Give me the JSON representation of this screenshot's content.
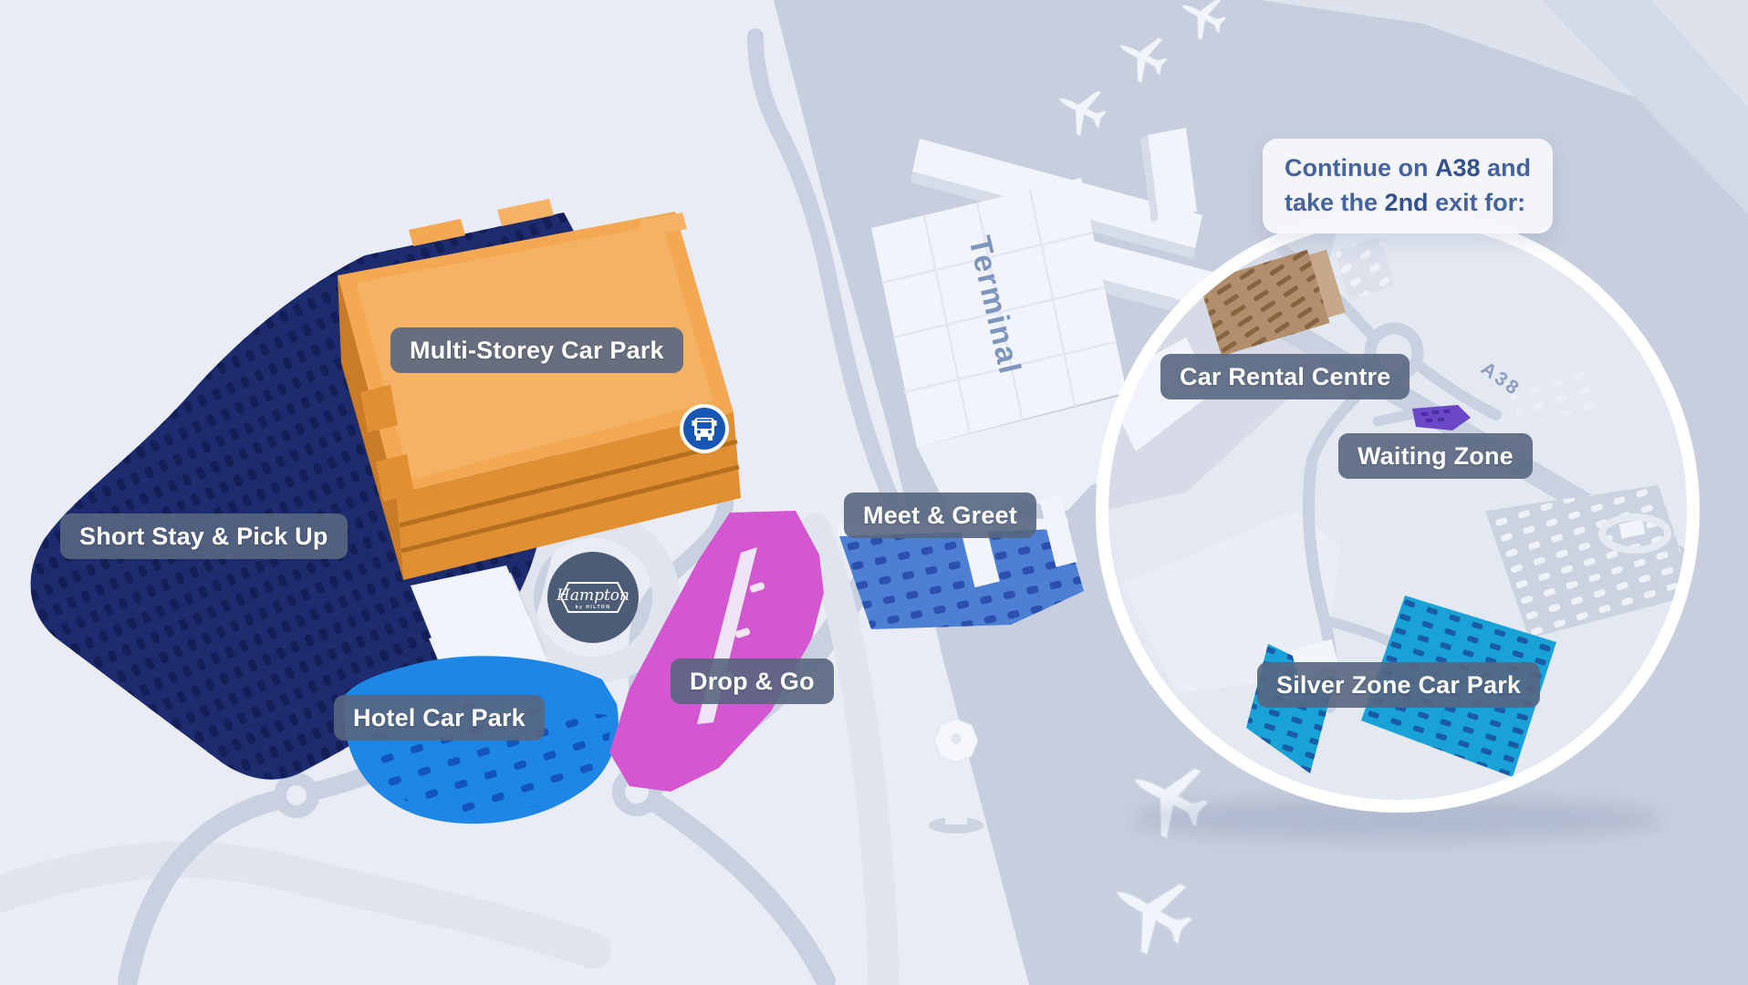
{
  "labels": {
    "multi_storey": "Multi-Storey Car Park",
    "short_stay": "Short Stay & Pick Up",
    "hotel": "Hotel Car Park",
    "drop_go": "Drop & Go",
    "meet_greet": "Meet & Greet",
    "car_rental": "Car Rental Centre",
    "waiting_zone": "Waiting Zone",
    "silver_zone": "Silver Zone Car Park"
  },
  "note": {
    "line1_prefix": "Continue on ",
    "line1_highlight": "A38",
    "line1_suffix": " and",
    "line2_prefix": "take the ",
    "line2_highlight": "2nd",
    "line2_suffix": " exit for:"
  },
  "map_texts": {
    "terminal": "Terminal",
    "road": "A38"
  },
  "hampton_logo": {
    "name": "Hampton",
    "by_line": "by HILTON"
  },
  "icons": {
    "bus": "bus-icon",
    "planes": "airplane-icon"
  },
  "colors": {
    "background": "#e9ecf4",
    "apron": "#c7cedd",
    "apron_light": "#dde2ec",
    "runway_strip": "#d3d9e6",
    "road": "#c9d0df",
    "pale_road": "#dfe4ee",
    "navy": "#1d2b6f",
    "navy_cars": "#141f57",
    "orange_roof": "#f3a851",
    "orange_roof2": "#f6b264",
    "orange_front": "#e18f33",
    "orange_side": "#c97b26",
    "hotel_blue": "#1e86e4",
    "hotel_cars": "#1256bb",
    "magenta": "#d357d0",
    "meet_blue": "#4d80d4",
    "meet_cars": "#2b50ae",
    "cyan": "#18a2d8",
    "cyan_cars": "#1a5ca4",
    "purple": "#6a48c8",
    "tan": "#b18f6d",
    "tan_light": "#c8a88a",
    "tan_rows": "#85643f",
    "white_bldg": "#f1f4fa",
    "bldg_shadow": "#d6dce8",
    "gray_lot": "#cbd2e0",
    "gray_lot_cars": "#eef1f8",
    "inset_base": "#e4e8f1",
    "label_bg": "rgba(88,102,127,0.9)",
    "label_text": "#ffffff",
    "note_bg": "rgba(245,247,251,0.96)",
    "note_text": "#47639c",
    "note_bold": "#35508c",
    "terminal_text": "#7e95bd",
    "road_text": "#8e9cc0",
    "bus_blue": "#1857b5",
    "hampton_bg": "#4c5b76"
  }
}
